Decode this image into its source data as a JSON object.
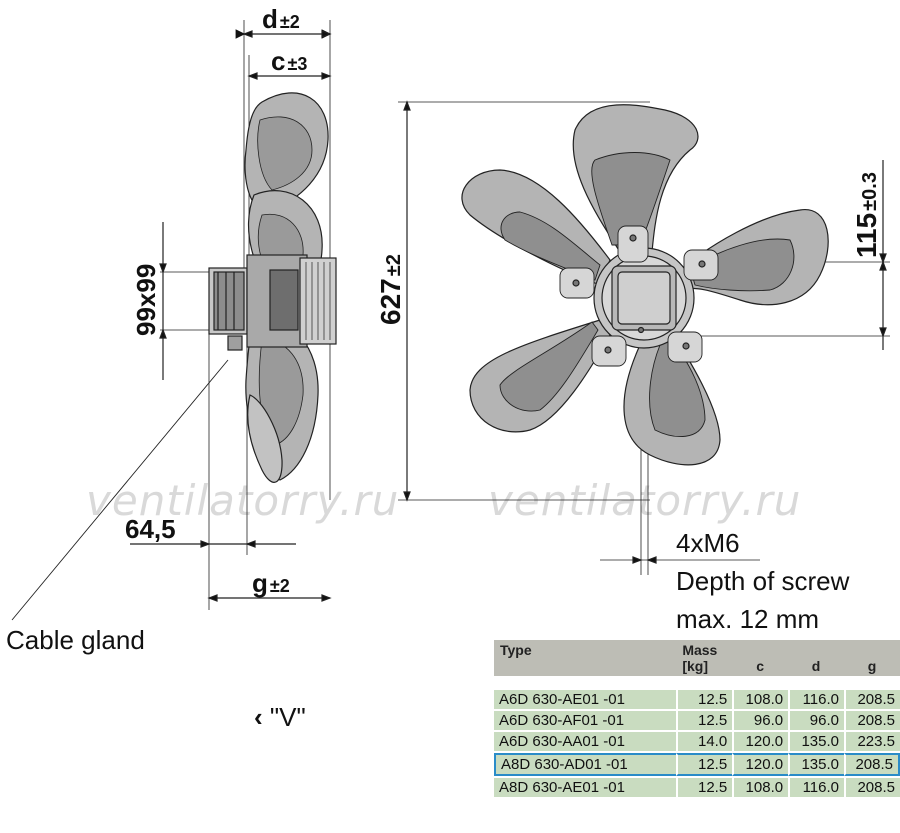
{
  "dimensions": {
    "d": "d",
    "d_tol": "±2",
    "c": "c",
    "c_tol": "±3",
    "square": "99x99",
    "offset": "64,5",
    "g": "g",
    "g_tol": "±2",
    "diameter": "627",
    "diameter_tol": "±2",
    "hole_offset": "115",
    "hole_offset_tol": "±0.3"
  },
  "labels": {
    "cable_gland": "Cable gland",
    "view_marker": "\"V\"",
    "view_arrow": "‹",
    "screws": "4xM6",
    "screw_depth": "Depth of screw",
    "screw_max": "max. 12 mm"
  },
  "watermark": [
    "ventilatorry.ru",
    "ventilatorry.ru"
  ],
  "table": {
    "headers": [
      "Type",
      "Mass\n[kg]",
      "c",
      "d",
      "g"
    ],
    "header_type": "Type",
    "header_mass_1": "Mass",
    "header_mass_2": "[kg]",
    "header_c": "c",
    "header_d": "d",
    "header_g": "g",
    "rows": [
      {
        "type": "A6D 630-AE01 -01",
        "mass": "12.5",
        "c": "108.0",
        "d": "116.0",
        "g": "208.5"
      },
      {
        "type": "A6D 630-AF01 -01",
        "mass": "12.5",
        "c": "96.0",
        "d": "96.0",
        "g": "208.5"
      },
      {
        "type": "A6D 630-AA01 -01",
        "mass": "14.0",
        "c": "120.0",
        "d": "135.0",
        "g": "223.5"
      },
      {
        "type": "A8D 630-AD01 -01",
        "mass": "12.5",
        "c": "120.0",
        "d": "135.0",
        "g": "208.5"
      },
      {
        "type": "A8D 630-AE01 -01",
        "mass": "12.5",
        "c": "108.0",
        "d": "116.0",
        "g": "208.5"
      }
    ],
    "selected_index": 3
  },
  "colors": {
    "blade_fill": "#b4b4b4",
    "row_fill": "#c9dcc0",
    "header_fill": "#bdbdb5",
    "highlight": "#2a8cc8"
  }
}
